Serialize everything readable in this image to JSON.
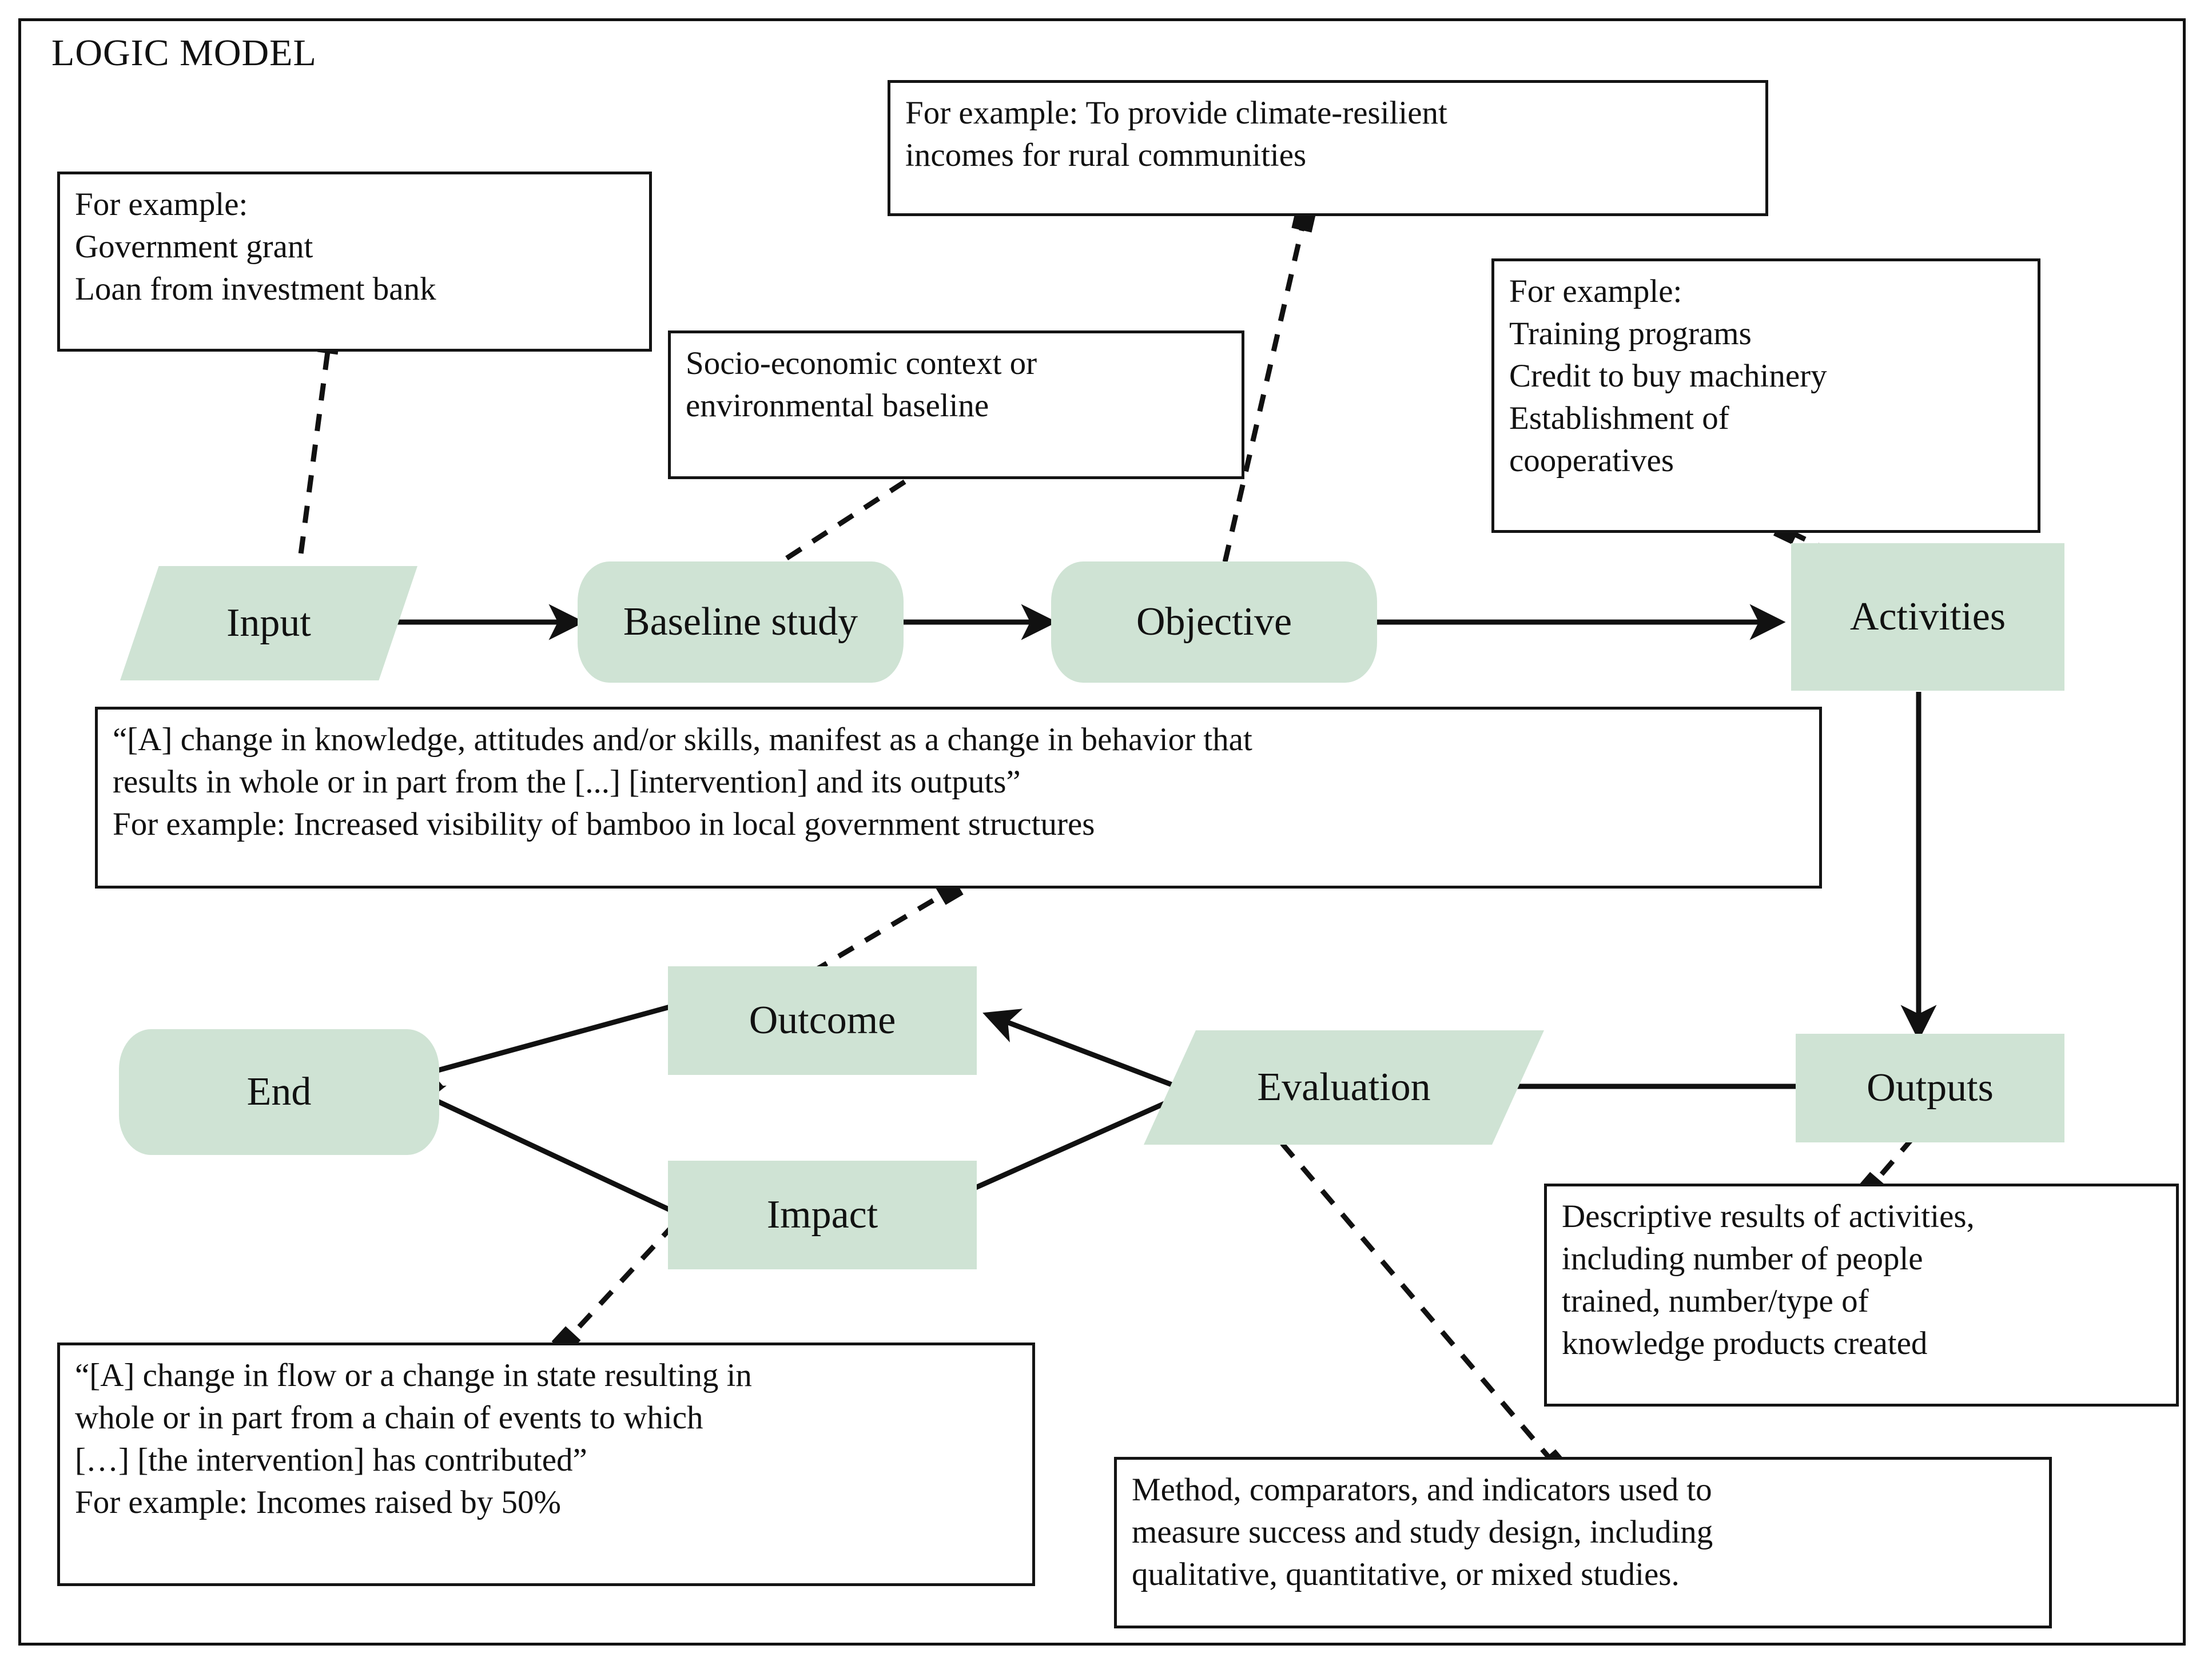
{
  "page": {
    "title": "LOGIC MODEL",
    "accent_fill": "#cfe3d4",
    "line_color": "#111111",
    "border_color": "#141414",
    "background": "#ffffff"
  },
  "nodes": {
    "input": {
      "label": "Input",
      "shape": "parallelogram"
    },
    "baseline": {
      "label": "Baseline\nstudy",
      "shape": "stadium"
    },
    "objective": {
      "label": "Objective",
      "shape": "stadium"
    },
    "activities": {
      "label": "Activities",
      "shape": "rectangle"
    },
    "outputs": {
      "label": "Outputs",
      "shape": "rectangle"
    },
    "evaluation": {
      "label": "Evaluation",
      "shape": "parallelogram"
    },
    "outcome": {
      "label": "Outcome",
      "shape": "rectangle"
    },
    "impact": {
      "label": "Impact",
      "shape": "rectangle"
    },
    "end": {
      "label": "End",
      "shape": "stadium"
    }
  },
  "callouts": {
    "input_example": "For example:\nGovernment grant\nLoan from investment bank",
    "objective_example": "For example: To provide climate-resilient\nincomes for rural communities",
    "baseline_note": "Socio-economic context or\nenvironmental baseline",
    "activities_example": "For example:\nTraining programs\nCredit to buy machinery\nEstablishment of\ncooperatives",
    "outcome_definition": "“[A] change in knowledge, attitudes and/or skills, manifest as a change in behavior that\nresults in whole or in part from the [...] [intervention] and its outputs”\n For example: Increased visibility of bamboo in local government structures",
    "outputs_definition": "Descriptive results of activities,\nincluding number of people\ntrained, number/type of\nknowledge products created",
    "impact_definition": "“[A] change in flow or a change in state resulting in\nwhole or in part from a chain of events to which\n[…] [the intervention] has contributed”\n For example: Incomes raised by 50%",
    "evaluation_definition": "Method, comparators, and indicators used to\nmeasure success and study design, including\nqualitative, quantitative, or mixed studies."
  },
  "edges": [
    {
      "from": "input",
      "to": "baseline",
      "style": "solid-arrow"
    },
    {
      "from": "baseline",
      "to": "objective",
      "style": "solid-arrow"
    },
    {
      "from": "objective",
      "to": "activities",
      "style": "solid-arrow"
    },
    {
      "from": "activities",
      "to": "outputs",
      "style": "solid-arrow"
    },
    {
      "from": "outputs",
      "to": "evaluation",
      "style": "solid-arrow"
    },
    {
      "from": "evaluation",
      "to": "outcome",
      "style": "solid-arrow"
    },
    {
      "from": "evaluation",
      "to": "impact",
      "style": "solid-arrow"
    },
    {
      "from": "outcome",
      "to": "end",
      "style": "solid-arrow"
    },
    {
      "from": "impact",
      "to": "end",
      "style": "solid-arrow"
    },
    {
      "from": "input_example",
      "to": "input",
      "style": "dashed-leader"
    },
    {
      "from": "baseline_note",
      "to": "baseline",
      "style": "dashed-leader"
    },
    {
      "from": "objective_example",
      "to": "objective",
      "style": "dashed-leader"
    },
    {
      "from": "activities_example",
      "to": "activities",
      "style": "dashed-leader"
    },
    {
      "from": "outcome_definition",
      "to": "outcome",
      "style": "dashed-leader"
    },
    {
      "from": "outputs_definition",
      "to": "outputs",
      "style": "dashed-leader"
    },
    {
      "from": "impact_definition",
      "to": "impact",
      "style": "dashed-leader"
    },
    {
      "from": "evaluation_definition",
      "to": "evaluation",
      "style": "dashed-leader"
    }
  ]
}
